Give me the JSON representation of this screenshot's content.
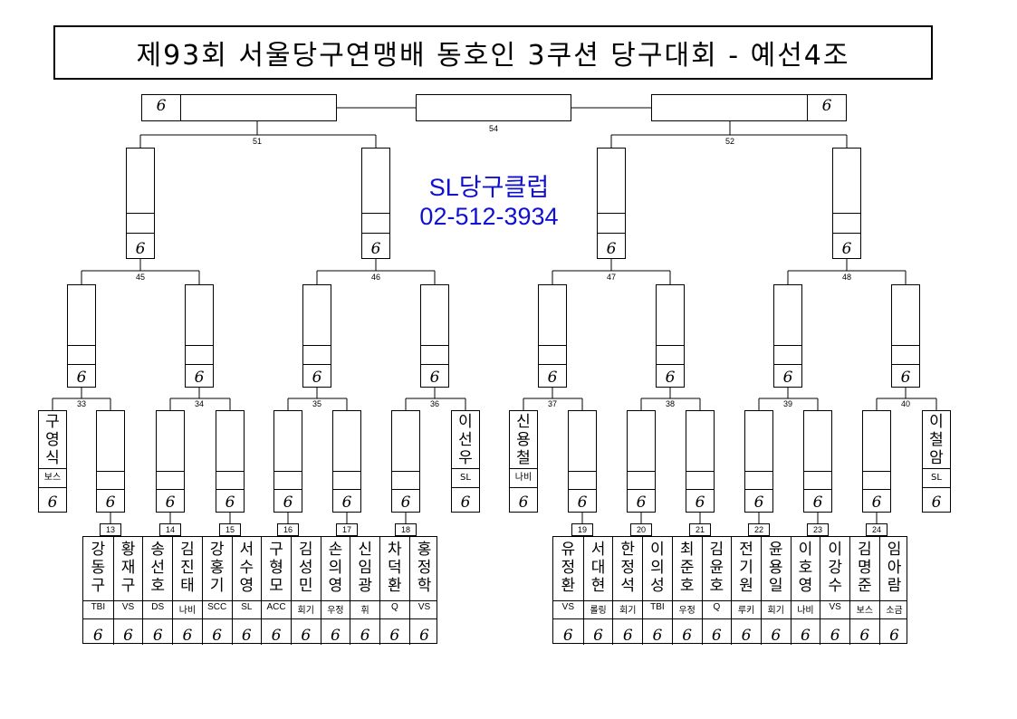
{
  "title": "제93회 서울당구연맹배 동호인 3쿠션 당구대회 - 예선4조",
  "club": {
    "name": "SL당구클럽",
    "phone": "02-512-3934"
  },
  "score_mark": "6",
  "final": {
    "match": "54"
  },
  "semis": [
    {
      "match": "51"
    },
    {
      "match": "52"
    }
  ],
  "quarters": [
    {
      "match": "45"
    },
    {
      "match": "46"
    },
    {
      "match": "47"
    },
    {
      "match": "48"
    }
  ],
  "round16": [
    {
      "match": "33"
    },
    {
      "match": "34"
    },
    {
      "match": "35"
    },
    {
      "match": "36"
    },
    {
      "match": "37"
    },
    {
      "match": "38"
    },
    {
      "match": "39"
    },
    {
      "match": "40"
    }
  ],
  "byes": [
    {
      "name": "구영식",
      "club": "보스"
    },
    {
      "name": "이선우",
      "club": "SL"
    },
    {
      "name": "신용철",
      "club": "나비"
    },
    {
      "name": "이철암",
      "club": "SL"
    }
  ],
  "first_matches": {
    "left": [
      "13",
      "14",
      "15",
      "16",
      "17",
      "18"
    ],
    "right": [
      "19",
      "20",
      "21",
      "22",
      "23",
      "24"
    ]
  },
  "players_left": [
    {
      "name": "강동구",
      "club": "TBI"
    },
    {
      "name": "황재구",
      "club": "VS"
    },
    {
      "name": "송선호",
      "club": "DS"
    },
    {
      "name": "김진태",
      "club": "나비"
    },
    {
      "name": "강홍기",
      "club": "SCC"
    },
    {
      "name": "서수영",
      "club": "SL"
    },
    {
      "name": "구형모",
      "club": "ACC"
    },
    {
      "name": "김성민",
      "club": "회기"
    },
    {
      "name": "손의영",
      "club": "우정"
    },
    {
      "name": "신임광",
      "club": "휘"
    },
    {
      "name": "차덕환",
      "club": "Q"
    },
    {
      "name": "홍정학",
      "club": "VS"
    }
  ],
  "players_right": [
    {
      "name": "유정환",
      "club": "VS"
    },
    {
      "name": "서대현",
      "club": "롤링"
    },
    {
      "name": "한정석",
      "club": "회기"
    },
    {
      "name": "이의성",
      "club": "TBI"
    },
    {
      "name": "최준호",
      "club": "우정"
    },
    {
      "name": "김윤호",
      "club": "Q"
    },
    {
      "name": "전기원",
      "club": "루키"
    },
    {
      "name": "윤용일",
      "club": "회기"
    },
    {
      "name": "이호영",
      "club": "나비"
    },
    {
      "name": "이강수",
      "club": "VS"
    },
    {
      "name": "김명준",
      "club": "보스"
    },
    {
      "name": "임아람",
      "club": "소금"
    }
  ]
}
